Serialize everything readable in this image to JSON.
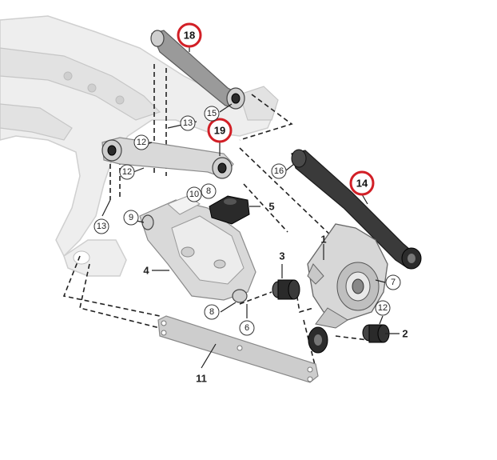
{
  "labels": {
    "p1": "1",
    "p2": "2",
    "p3": "3",
    "p4": "4",
    "p5": "5",
    "p6": "6",
    "p7": "7",
    "p8a": "8",
    "p8b": "8",
    "p9": "9",
    "p10": "10",
    "p11": "11",
    "p12a": "12",
    "p12b": "12",
    "p12c": "12",
    "p13a": "13",
    "p13b": "13",
    "p14": "14",
    "p15": "15",
    "p16": "16",
    "p18": "18",
    "p19": "19"
  },
  "colors": {
    "highlight_ring": "#d21f26",
    "dark_arm": "#3a3a3a",
    "subframe": "#eeeeee"
  }
}
